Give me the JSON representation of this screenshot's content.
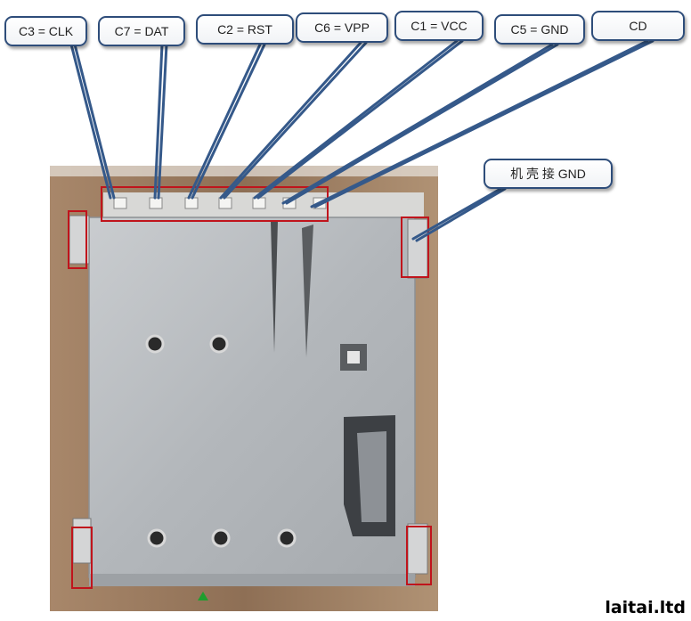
{
  "labels": {
    "clk": "C3 = CLK",
    "dat": "C7 = DAT",
    "rst": "C2 = RST",
    "vpp": "C6 = VPP",
    "vcc": "C1 = VCC",
    "gnd": "C5 = GND",
    "cd": "CD",
    "shell_gnd": "机 壳 接 GND"
  },
  "watermark": "laitai.ltd",
  "colors": {
    "callout_border": "#2e4d7a",
    "highlight_red": "#c0141c",
    "metal": "#b8bcc0",
    "wood": "#9a7a5c"
  }
}
